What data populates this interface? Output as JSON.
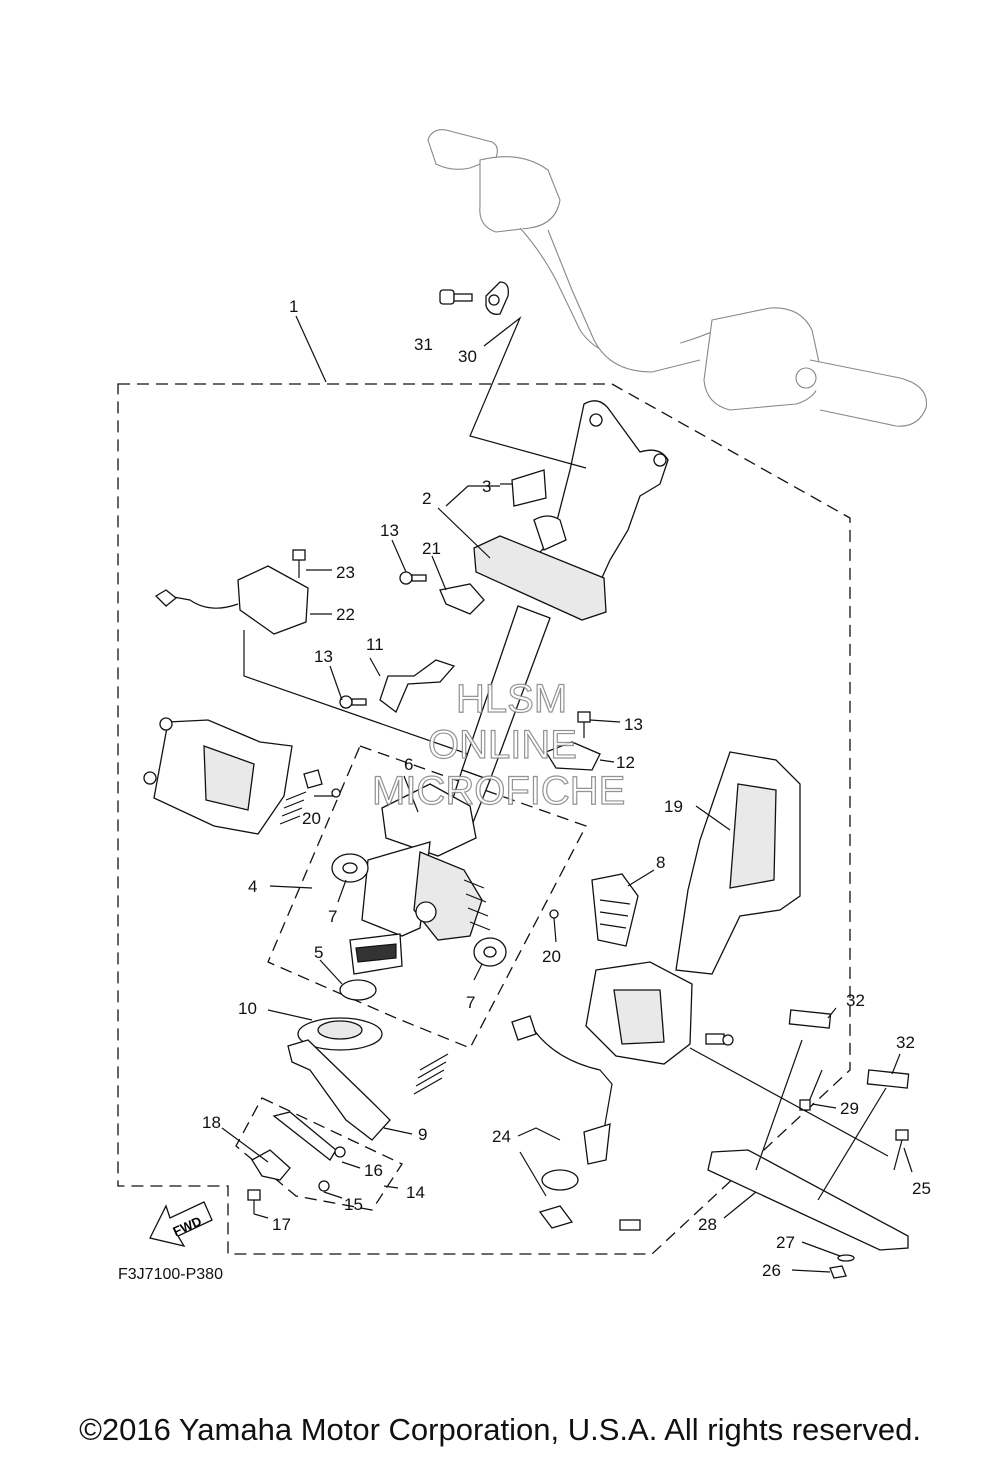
{
  "diagram": {
    "code": "F3J7100-P380",
    "fwd_label": "FWD",
    "watermark": [
      "HLSM",
      "ONLINE",
      "MICROFICHE"
    ],
    "copyright": "©2016 Yamaha Motor Corporation, U.S.A. All rights reserved."
  },
  "callouts": [
    {
      "id": "c1",
      "label": "1"
    },
    {
      "id": "c2",
      "label": "2"
    },
    {
      "id": "c3",
      "label": "3"
    },
    {
      "id": "c4",
      "label": "4"
    },
    {
      "id": "c5",
      "label": "5"
    },
    {
      "id": "c6",
      "label": "6"
    },
    {
      "id": "c7a",
      "label": "7"
    },
    {
      "id": "c7b",
      "label": "7"
    },
    {
      "id": "c8",
      "label": "8"
    },
    {
      "id": "c9",
      "label": "9"
    },
    {
      "id": "c10",
      "label": "10"
    },
    {
      "id": "c11",
      "label": "11"
    },
    {
      "id": "c12",
      "label": "12"
    },
    {
      "id": "c13a",
      "label": "13"
    },
    {
      "id": "c13b",
      "label": "13"
    },
    {
      "id": "c13c",
      "label": "13"
    },
    {
      "id": "c14",
      "label": "14"
    },
    {
      "id": "c15",
      "label": "15"
    },
    {
      "id": "c16",
      "label": "16"
    },
    {
      "id": "c17",
      "label": "17"
    },
    {
      "id": "c18",
      "label": "18"
    },
    {
      "id": "c19",
      "label": "19"
    },
    {
      "id": "c20a",
      "label": "20"
    },
    {
      "id": "c20b",
      "label": "20"
    },
    {
      "id": "c21",
      "label": "21"
    },
    {
      "id": "c22",
      "label": "22"
    },
    {
      "id": "c23",
      "label": "23"
    },
    {
      "id": "c24",
      "label": "24"
    },
    {
      "id": "c25",
      "label": "25"
    },
    {
      "id": "c26",
      "label": "26"
    },
    {
      "id": "c27",
      "label": "27"
    },
    {
      "id": "c28",
      "label": "28"
    },
    {
      "id": "c29",
      "label": "29"
    },
    {
      "id": "c30",
      "label": "30"
    },
    {
      "id": "c31",
      "label": "31"
    },
    {
      "id": "c32a",
      "label": "32"
    },
    {
      "id": "c32b",
      "label": "32"
    }
  ]
}
